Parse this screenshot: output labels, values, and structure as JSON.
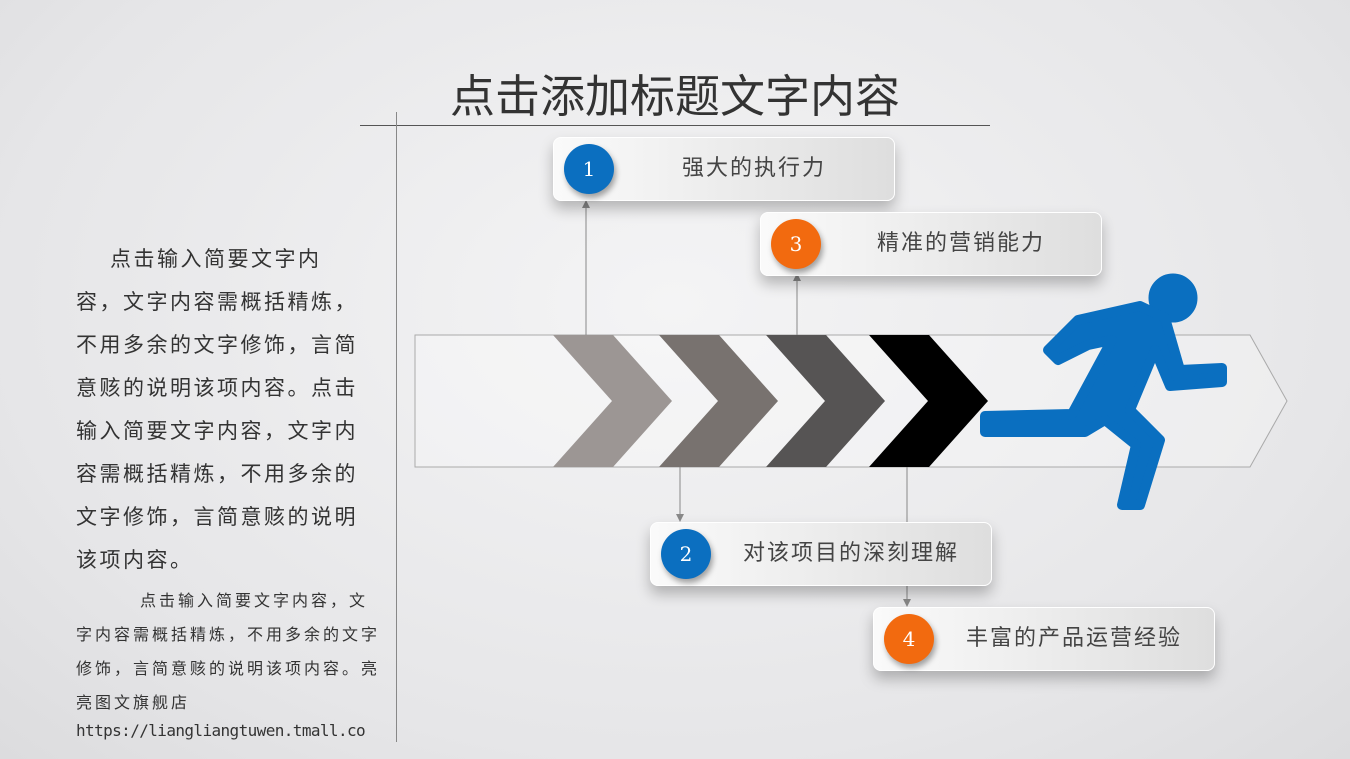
{
  "title": "点击添加标题文字内容",
  "body_text": "点击输入简要文字内容，文字内容需概括精炼，不用多余的文字修饰，言简意赅的说明该项内容。点击输入简要文字内容，文字内容需概括精炼，不用多余的文字修饰，言简意赅的说明该项内容。",
  "note_text": "点击输入简要文字内容，文字内容需概括精炼，不用多余的文字修饰，言简意赅的说明该项内容。亮亮图文旗舰店",
  "url": "https://liangliangtuwen.tmall.co",
  "cards": [
    {
      "num": "1",
      "label": "强大的执行力",
      "color": "#0b6fc0"
    },
    {
      "num": "2",
      "label": "对该项目的深刻理解",
      "color": "#0b6fc0"
    },
    {
      "num": "3",
      "label": "精准的营销能力",
      "color": "#f26a0f"
    },
    {
      "num": "4",
      "label": "丰富的产品运营经验",
      "color": "#f26a0f"
    }
  ],
  "chevron_colors": [
    "#9c9694",
    "#78726f",
    "#565454",
    "#000000"
  ],
  "runner_color": "#0a6fc0"
}
